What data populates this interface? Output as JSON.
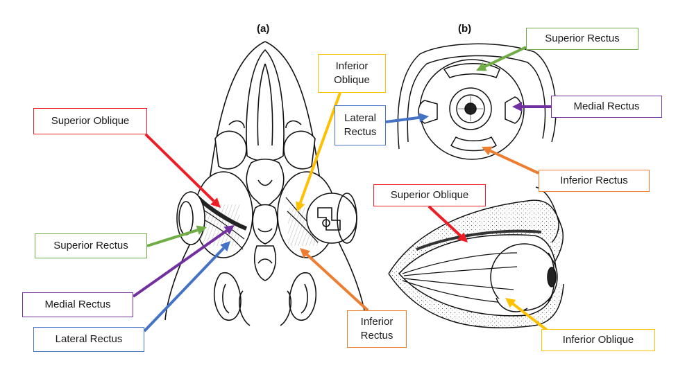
{
  "panels": {
    "a": "(a)",
    "b": "(b)"
  },
  "colors": {
    "red": "#ee1c25",
    "green": "#70ad47",
    "purple": "#7030a0",
    "blue": "#4472c4",
    "orange": "#ed7d31",
    "yellow": "#ffc000"
  },
  "labels": {
    "a_superior_oblique": "Superior Oblique",
    "a_superior_rectus": "Superior Rectus",
    "a_medial_rectus": "Medial Rectus",
    "a_lateral_rectus": "Lateral Rectus",
    "a_inferior_oblique": "Inferior\nOblique",
    "a_inferior_rectus": "Inferior\nRectus",
    "b_superior_rectus": "Superior Rectus",
    "b_lateral_rectus": "Lateral\nRectus",
    "b_medial_rectus": "Medial Rectus",
    "b_inferior_rectus": "Inferior Rectus",
    "b_superior_oblique": "Superior Oblique",
    "b_inferior_oblique": "Inferior Oblique"
  }
}
